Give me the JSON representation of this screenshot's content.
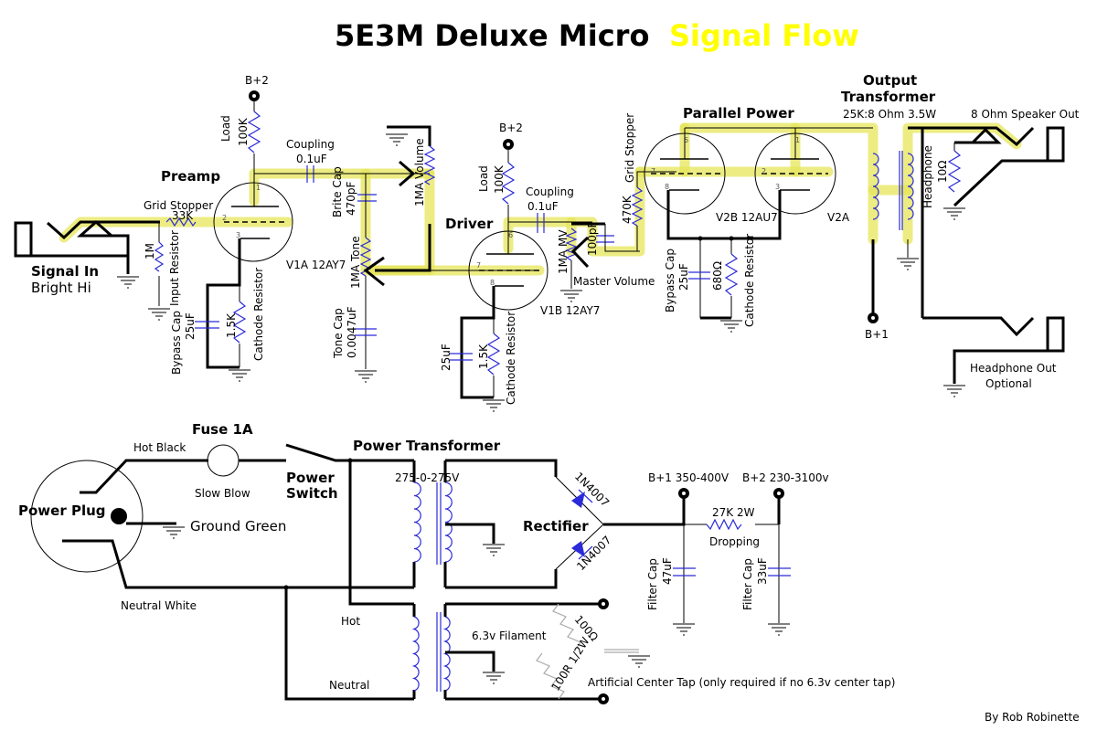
{
  "title": {
    "main": "5E3M Deluxe Micro",
    "accent": "Signal Flow",
    "accent_color": "#ffff00"
  },
  "signal_highlight_color": "#e6e65a",
  "component_color": "#2b2bd9",
  "sections": {
    "preamp": "Preamp",
    "driver": "Driver",
    "parallel_power": "Parallel Power",
    "output_transformer_line1": "Output",
    "output_transformer_line2": "Transformer",
    "output_transformer_spec": "25K:8 Ohm 3.5W",
    "power_transformer": "Power Transformer",
    "rectifier": "Rectifier",
    "fuse": "Fuse 1A",
    "power_switch_line1": "Power",
    "power_switch_line2": "Switch",
    "power_plug": "Power Plug"
  },
  "input": {
    "label": "Signal In",
    "sublabel": "Bright Hi",
    "grid_stopper_label": "Grid Stopper",
    "grid_stopper_value": "33K",
    "input_resistor_value": "1M",
    "input_resistor_label": "Input Resistor"
  },
  "preamp": {
    "b_plus": "B+2",
    "load_label": "Load",
    "load_value": "100K",
    "coupling_label": "Coupling",
    "coupling_value": "0.1uF",
    "tube": "V1A 12AY7",
    "pins": [
      "1",
      "2",
      "3"
    ],
    "bypass_label": "Bypass Cap",
    "bypass_value": "25uF",
    "cathode_value": "1.5K",
    "cathode_label": "Cathode Resistor"
  },
  "tone_stack": {
    "brite_label": "Brite Cap",
    "brite_value": "470pF",
    "volume": "1MA Volume",
    "tone": "1MA Tone",
    "tone_cap_label": "Tone Cap",
    "tone_cap_value": "0.0047uF"
  },
  "driver": {
    "b_plus": "B+2",
    "load_label": "Load",
    "load_value": "100K",
    "coupling_label": "Coupling",
    "coupling_value": "0.1uF",
    "tube": "V1B 12AY7",
    "pins": [
      "6",
      "7",
      "8"
    ],
    "bypass_value": "25uF",
    "cathode_value": "1.5K",
    "cathode_label": "Cathode Resistor",
    "master_pot": "1MA MV",
    "master_cap": "100pF",
    "master_label": "Master Volume",
    "grid_stopper_label": "Grid Stopper",
    "grid_stopper_value": "470K"
  },
  "power_stage": {
    "tube_b": "V2B 12AU7",
    "tube_a": "V2A",
    "pins_b": [
      "6",
      "7",
      "8"
    ],
    "pins_a": [
      "1",
      "2",
      "3"
    ],
    "bypass_label": "Bypass Cap",
    "bypass_value": "25uF",
    "cathode_value": "680Ω",
    "cathode_label": "Cathode Resistor",
    "b_plus": "B+1"
  },
  "output": {
    "speaker_out": "8 Ohm Speaker Out",
    "headphone_label": "Headphone",
    "headphone_resistor": "10Ω",
    "headphone_out_line1": "Headphone Out",
    "headphone_out_line2": "Optional"
  },
  "power_supply": {
    "hot_black": "Hot Black",
    "slow_blow": "Slow Blow",
    "ground_green": "Ground Green",
    "neutral_white": "Neutral White",
    "secondary": "275-0-275V",
    "diode_top": "1N4007",
    "diode_bottom": "1N4007",
    "b1_label": "B+1 350-400V",
    "b2_label": "B+2 230-3100v",
    "dropping_value": "27K 2W",
    "dropping_label": "Dropping",
    "filter1_label": "Filter Cap",
    "filter1_value": "47uF",
    "filter2_label": "Filter Cap",
    "filter2_value": "33uF",
    "hot": "Hot",
    "neutral": "Neutral",
    "filament": "6.3v Filament",
    "ct_resistor_top": "100Ω",
    "ct_resistor_bottom": "100R 1/2W",
    "artificial_ct": "Artificial Center Tap (only required if no 6.3v center tap)"
  },
  "credit": "By Rob Robinette"
}
